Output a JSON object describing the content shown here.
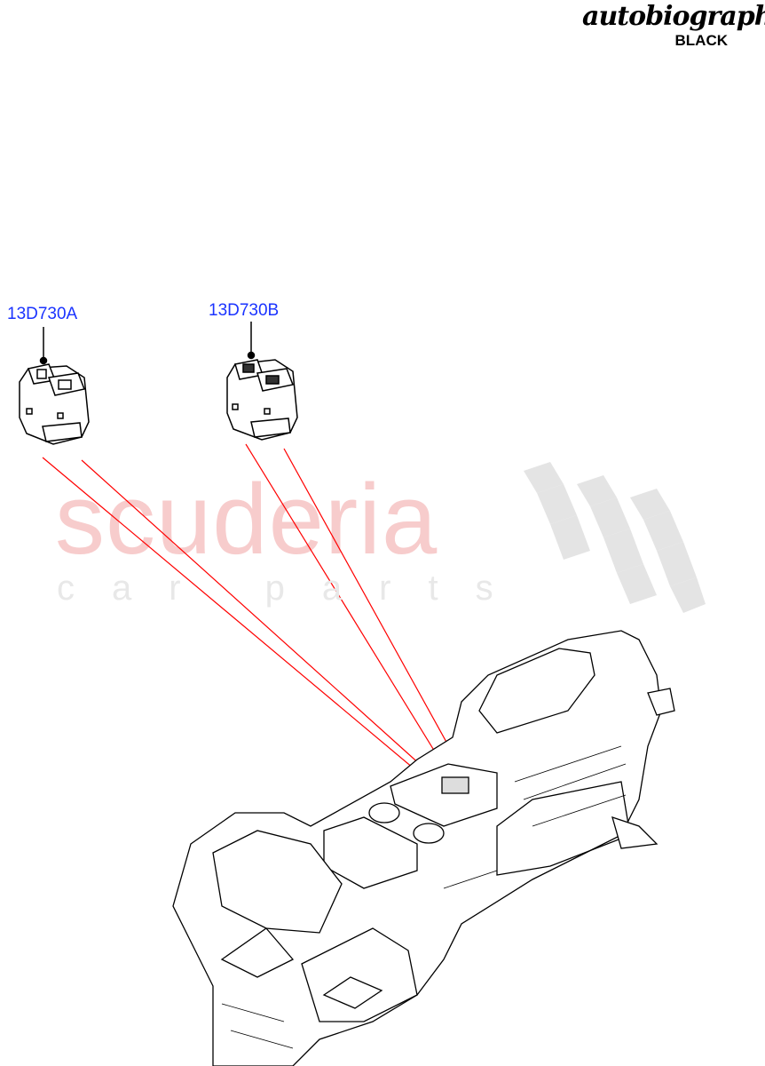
{
  "brand": {
    "script": "autobiography",
    "variant": "BLACK"
  },
  "watermark": {
    "main": "scuderia",
    "sub": "car parts"
  },
  "callouts": [
    {
      "label": "13D730A"
    },
    {
      "label": "13D730B"
    }
  ],
  "colors": {
    "callout": "#1a33ff",
    "leader": "#ff0000",
    "watermark": "#f7cccc"
  }
}
